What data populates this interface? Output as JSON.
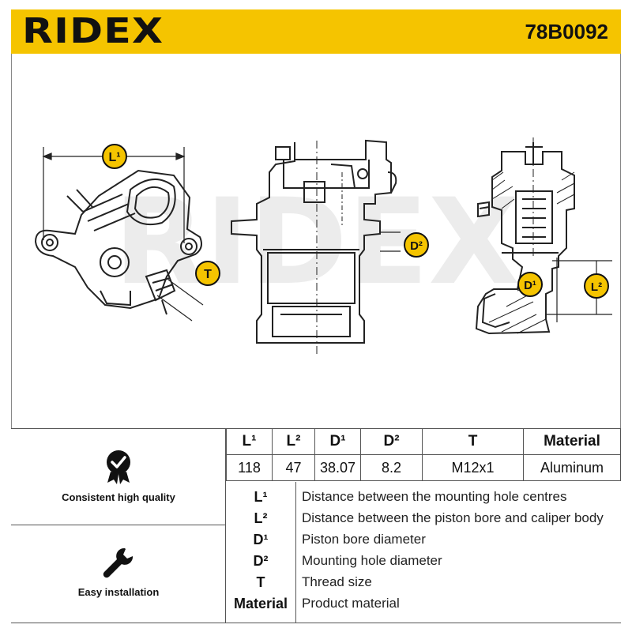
{
  "header": {
    "logo_text": "RIDEX",
    "part_number": "78B0092",
    "accent_color": "#f5c400"
  },
  "drawing": {
    "watermark": "RIDEX",
    "callouts": {
      "l1": "L¹",
      "l2": "L²",
      "d1": "D¹",
      "d2": "D²",
      "t": "T"
    }
  },
  "badges": [
    {
      "icon": "quality-badge-icon",
      "label": "Consistent high quality"
    },
    {
      "icon": "wrench-icon",
      "label": "Easy installation"
    }
  ],
  "specs": {
    "headers": [
      "L¹",
      "L²",
      "D¹",
      "D²",
      "T",
      "Material"
    ],
    "values": [
      "118",
      "47",
      "38.07",
      "8.2",
      "M12x1",
      "Aluminum"
    ]
  },
  "legend": [
    {
      "key": "L¹",
      "desc": "Distance between the mounting hole centres"
    },
    {
      "key": "L²",
      "desc": "Distance between the piston bore and caliper body"
    },
    {
      "key": "D¹",
      "desc": "Piston bore diameter"
    },
    {
      "key": "D²",
      "desc": "Mounting hole diameter"
    },
    {
      "key": "T",
      "desc": "Thread size"
    },
    {
      "key": "Material",
      "desc": "Product material"
    }
  ]
}
